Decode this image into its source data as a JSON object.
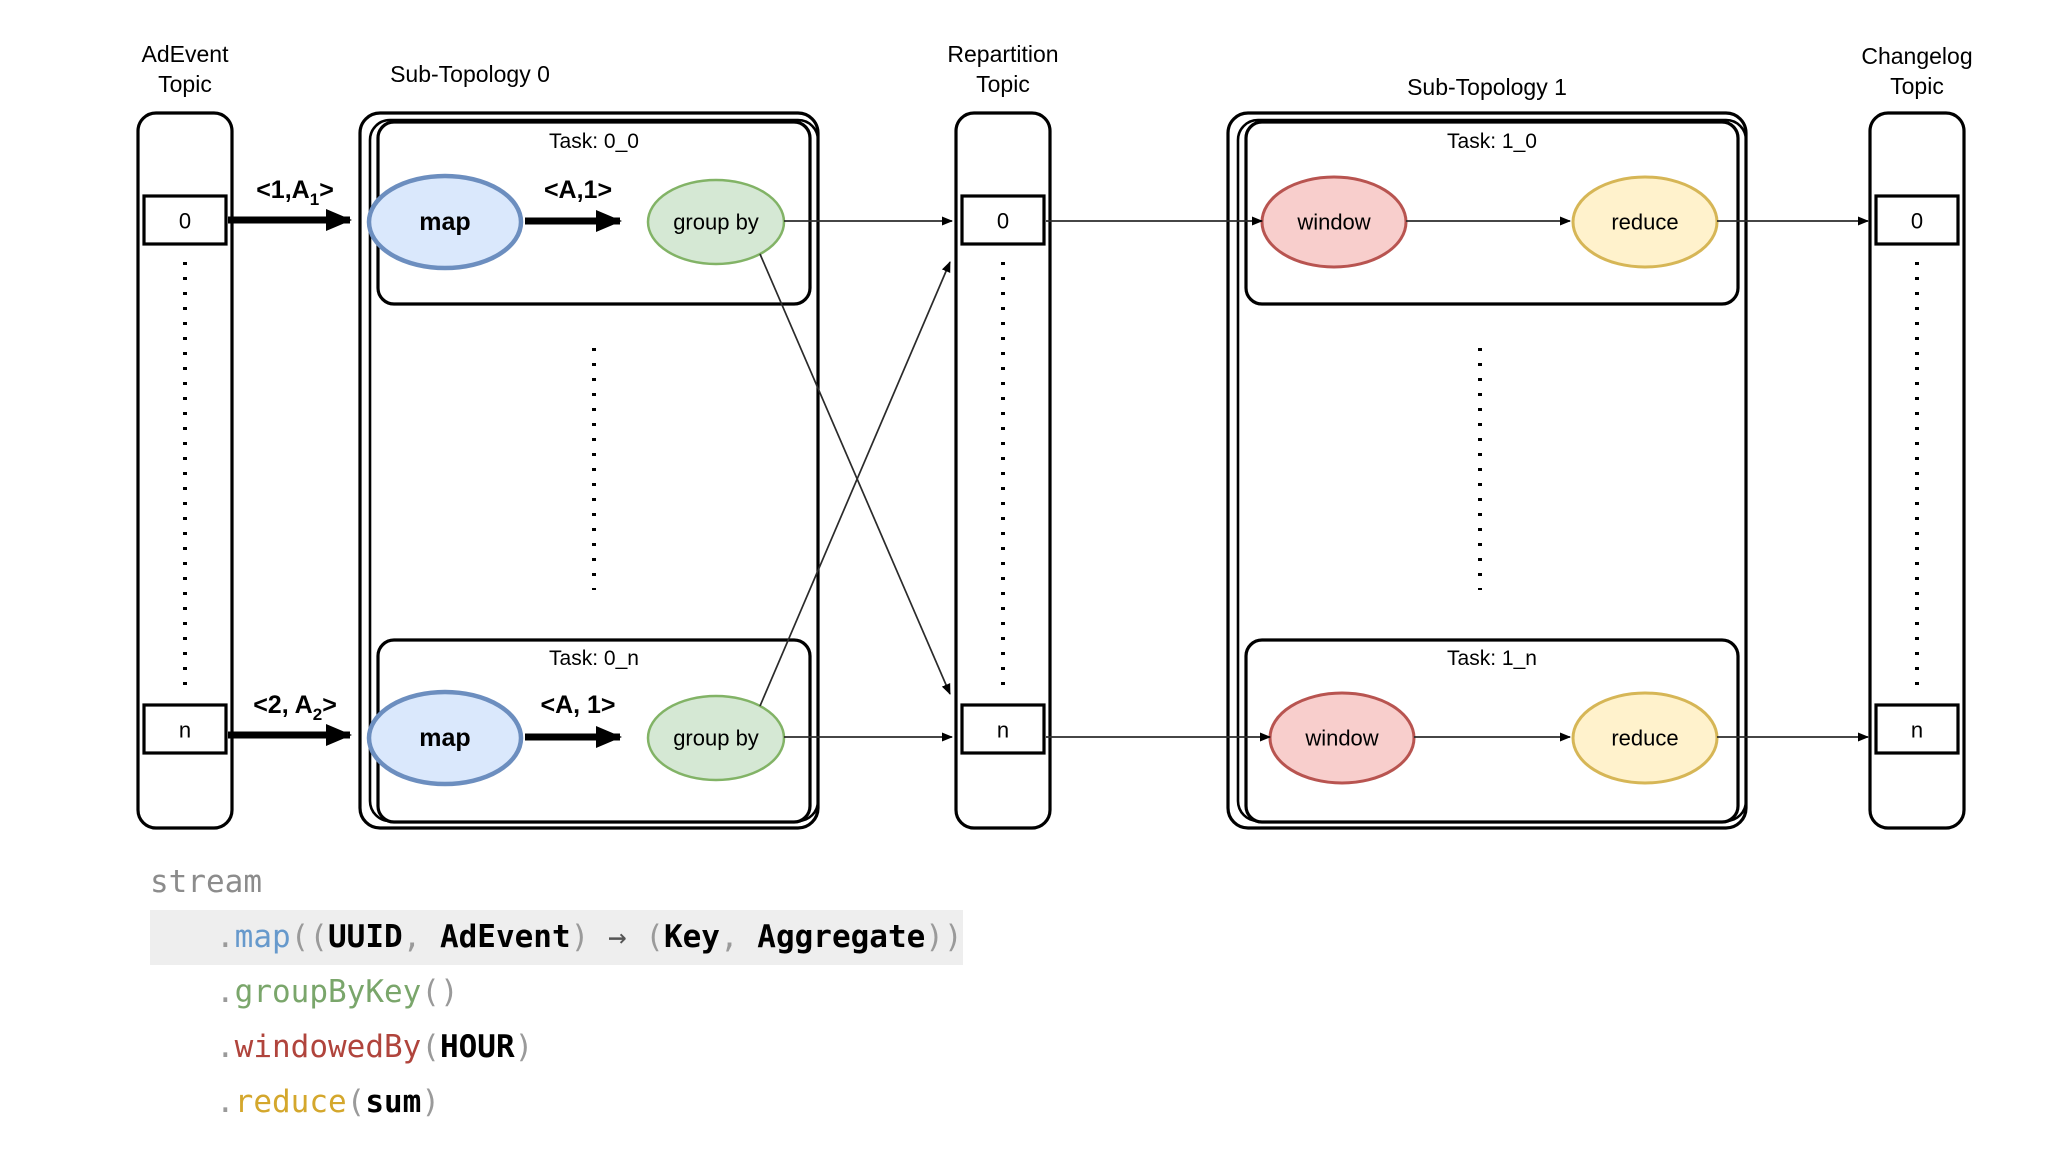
{
  "diagram": {
    "title": "Kafka Streams sub-topology partition flow",
    "columns": [
      {
        "id": "adevent-topic",
        "label_line1": "AdEvent",
        "label_line2": "Topic"
      },
      {
        "id": "sub-topology-0",
        "label_line1": "Sub-Topology 0",
        "label_line2": ""
      },
      {
        "id": "repartition-topic",
        "label_line1": "Repartition",
        "label_line2": "Topic"
      },
      {
        "id": "sub-topology-1",
        "label_line1": "Sub-Topology 1",
        "label_line2": ""
      },
      {
        "id": "changelog-topic",
        "label_line1": "Changelog",
        "label_line2": "Topic"
      }
    ],
    "topics": {
      "adevent": {
        "partitions": [
          "0",
          "n"
        ]
      },
      "repartition": {
        "partitions": [
          "0",
          "n"
        ]
      },
      "changelog": {
        "partitions": [
          "0",
          "n"
        ]
      }
    },
    "subtopology0": {
      "tasks": [
        {
          "title": "Task: 0_0",
          "nodes": [
            "map",
            "group by"
          ]
        },
        {
          "title": "Task: 0_n",
          "nodes": [
            "map",
            "group by"
          ]
        }
      ]
    },
    "subtopology1": {
      "tasks": [
        {
          "title": "Task: 1_0",
          "nodes": [
            "window",
            "reduce"
          ]
        },
        {
          "title": "Task: 1_n",
          "nodes": [
            "window",
            "reduce"
          ]
        }
      ]
    },
    "edge_labels": {
      "top_in": {
        "prefix": "<1,A",
        "sub": "1",
        "suffix": ">"
      },
      "top_mid": "<A,1>",
      "bottom_in": {
        "prefix": "<2, A",
        "sub": "2",
        "suffix": ">"
      },
      "bottom_mid": "<A, 1>"
    },
    "colors": {
      "map_fill": "#dae8fc",
      "map_stroke": "#6c8ebf",
      "group_fill": "#d5e8d4",
      "group_stroke": "#82b366",
      "window_fill": "#f8cecc",
      "window_stroke": "#b85450",
      "reduce_fill": "#fff2cc",
      "reduce_stroke": "#d6b656"
    }
  },
  "code": {
    "lines": [
      {
        "indent": false,
        "highlight": false,
        "tokens": [
          {
            "text": "stream",
            "color": "grey"
          }
        ]
      },
      {
        "indent": true,
        "highlight": true,
        "tokens": [
          {
            "text": ".",
            "color": "punct"
          },
          {
            "text": "map",
            "color": "blue"
          },
          {
            "text": "((",
            "color": "punct"
          },
          {
            "text": "UUID",
            "color": "black"
          },
          {
            "text": ", ",
            "color": "punct"
          },
          {
            "text": "AdEvent",
            "color": "black"
          },
          {
            "text": ") ",
            "color": "punct"
          },
          {
            "text": "→",
            "color": "plain"
          },
          {
            "text": " (",
            "color": "punct"
          },
          {
            "text": "Key",
            "color": "black"
          },
          {
            "text": ", ",
            "color": "punct"
          },
          {
            "text": "Aggregate",
            "color": "black"
          },
          {
            "text": "))",
            "color": "punct"
          }
        ]
      },
      {
        "indent": true,
        "highlight": false,
        "tokens": [
          {
            "text": ".",
            "color": "punct"
          },
          {
            "text": "groupByKey",
            "color": "green"
          },
          {
            "text": "()",
            "color": "punct"
          }
        ]
      },
      {
        "indent": true,
        "highlight": false,
        "tokens": [
          {
            "text": ".",
            "color": "punct"
          },
          {
            "text": "windowedBy",
            "color": "red"
          },
          {
            "text": "(",
            "color": "punct"
          },
          {
            "text": "HOUR",
            "color": "black"
          },
          {
            "text": ")",
            "color": "punct"
          }
        ]
      },
      {
        "indent": true,
        "highlight": false,
        "tokens": [
          {
            "text": ".",
            "color": "punct"
          },
          {
            "text": "reduce",
            "color": "yellow"
          },
          {
            "text": "(",
            "color": "punct"
          },
          {
            "text": "sum",
            "color": "black"
          },
          {
            "text": ")",
            "color": "punct"
          }
        ]
      }
    ]
  }
}
